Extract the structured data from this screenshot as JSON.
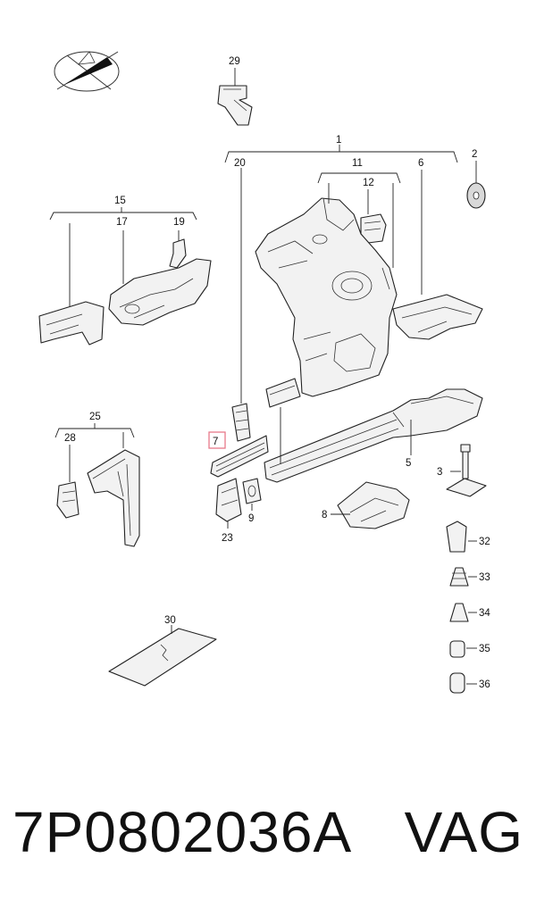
{
  "diagram": {
    "callouts": {
      "c1": "1",
      "c2": "2",
      "c3": "3",
      "c5": "5",
      "c6": "6",
      "c7": "7",
      "c8": "8",
      "c9": "9",
      "c11": "11",
      "c12": "12",
      "c15": "15",
      "c17": "17",
      "c19": "19",
      "c20": "20",
      "c23": "23",
      "c25": "25",
      "c28": "28",
      "c29": "29",
      "c30": "30",
      "c32": "32",
      "c33": "33",
      "c34": "34",
      "c35": "35",
      "c36": "36"
    },
    "highlighted_callout": "7",
    "highlight_color": "#e87a8a"
  },
  "footer": {
    "part_number": "7P0802036A",
    "brand": "VAG"
  }
}
